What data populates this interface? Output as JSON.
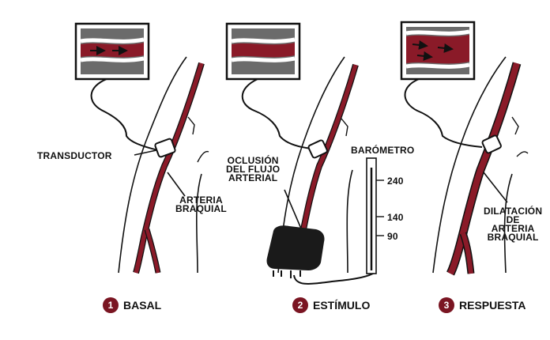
{
  "colors": {
    "artery": "#8a1a28",
    "badge": "#7a1522",
    "monitor_bg": "#6b6b6b",
    "outline": "#111111"
  },
  "icons": [
    "arrow-right-icon",
    "cuff-icon",
    "transducer-icon",
    "monitor-icon",
    "manometer-icon"
  ],
  "panels": [
    {
      "number": "1",
      "step_label": "BASAL",
      "labels": {
        "transducer": "TRANSDUCTOR",
        "artery_l1": "ARTERIA",
        "artery_l2": "BRAQUIAL"
      }
    },
    {
      "number": "2",
      "step_label": "ESTÍMULO",
      "labels": {
        "occlusion_l1": "OCLUSIÓN",
        "occlusion_l2": "DEL FLUJO",
        "occlusion_l3": "ARTERIAL",
        "barometer": "BARÓMETRO"
      },
      "scale": [
        "240",
        "140",
        "90"
      ]
    },
    {
      "number": "3",
      "step_label": "RESPUESTA",
      "labels": {
        "dil_l1": "DILATACIÓN",
        "dil_l2": "DE",
        "dil_l3": "ARTERIA",
        "dil_l4": "BRAQUIAL"
      }
    }
  ]
}
